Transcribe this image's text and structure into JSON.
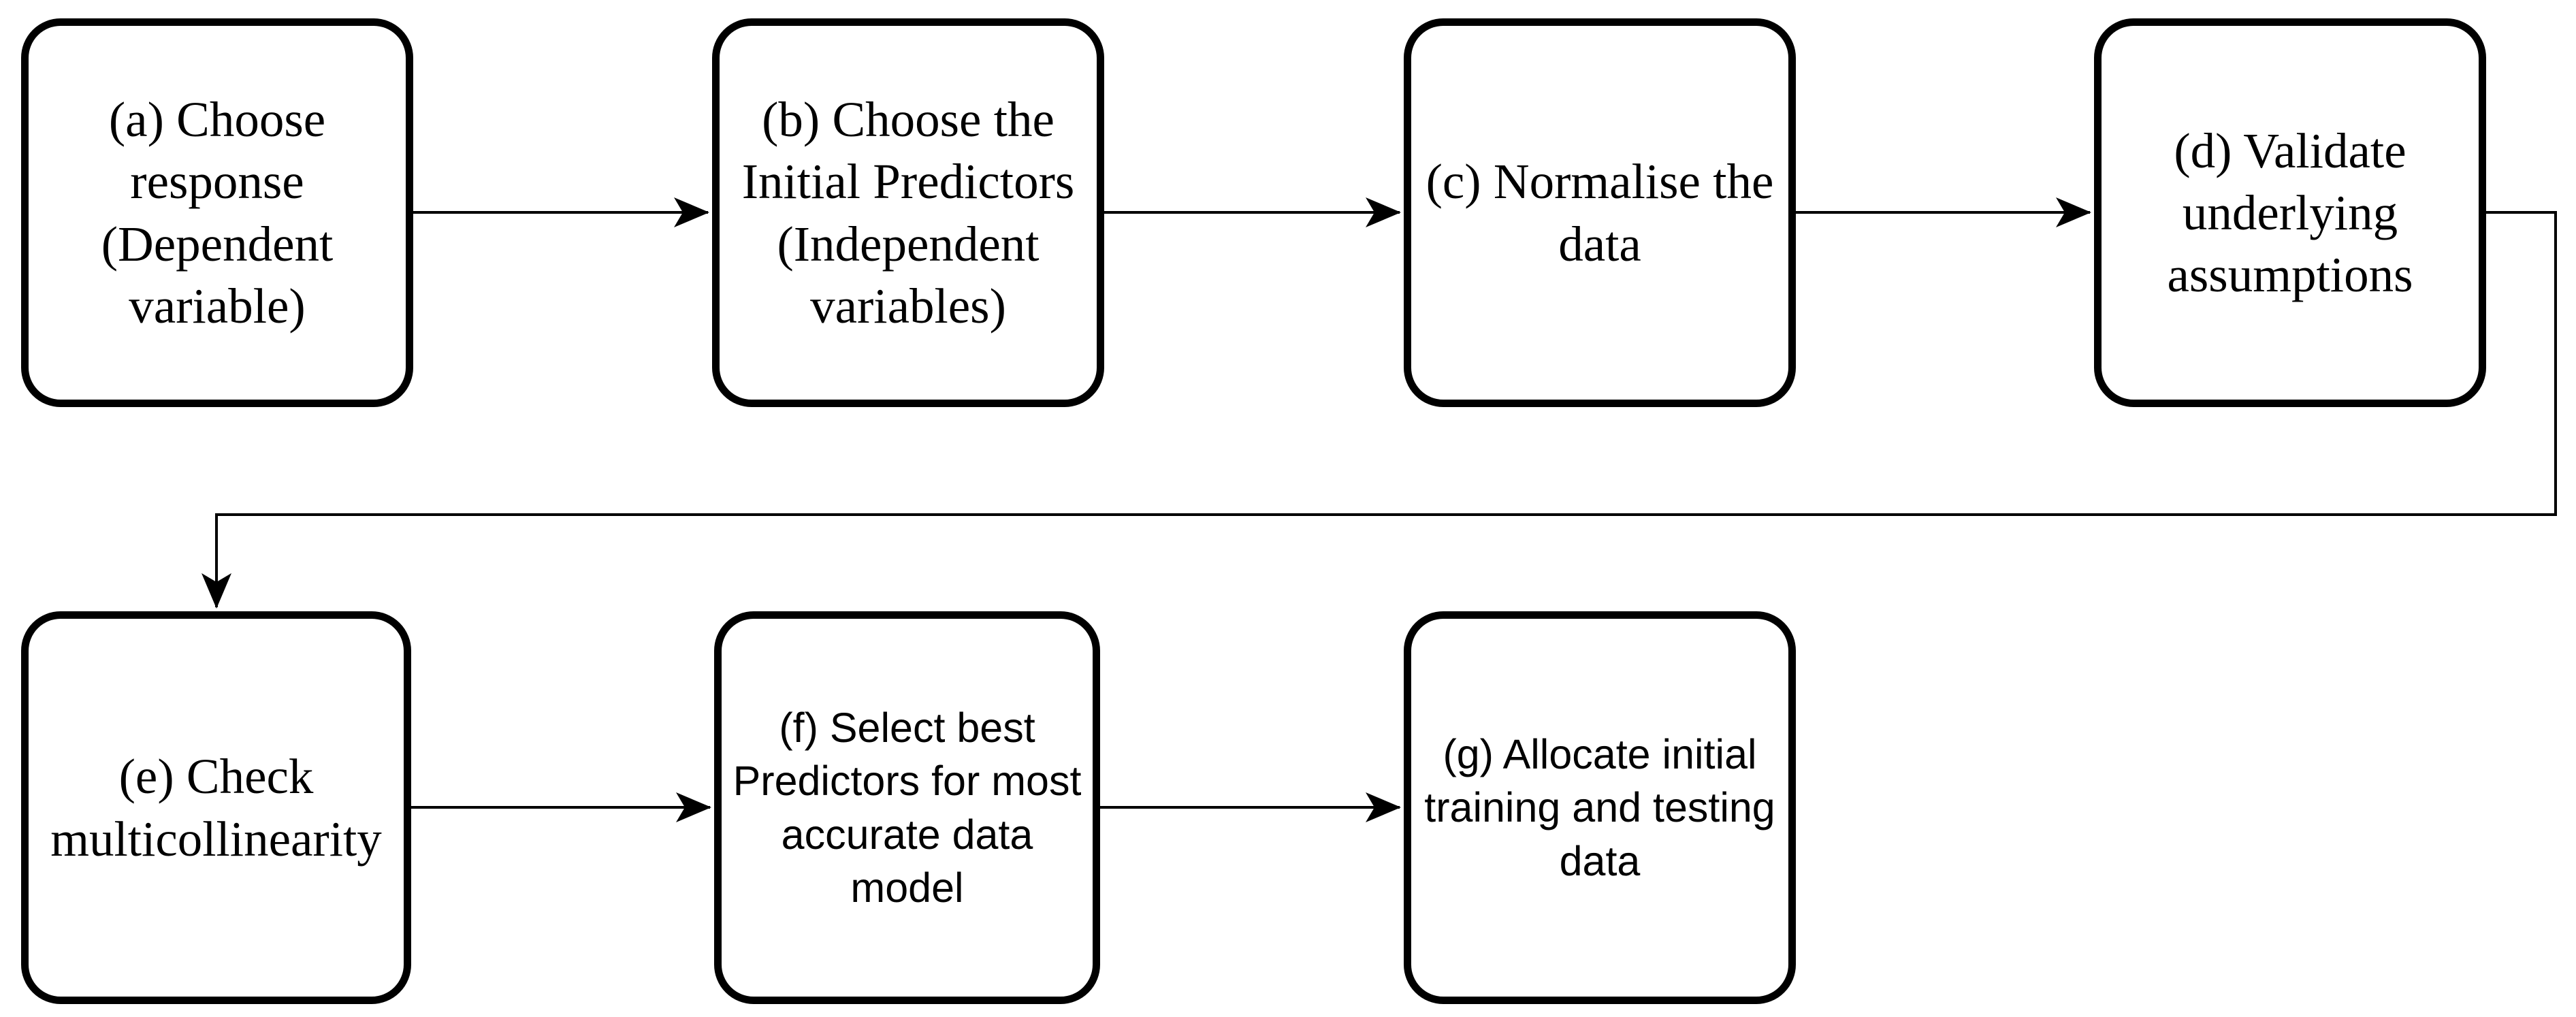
{
  "diagram": {
    "type": "flowchart",
    "colors": {
      "stroke": "#000000",
      "box_fill": "#ffffff",
      "background": "#ffffff"
    },
    "boxes": [
      {
        "id": "a",
        "label": "(a) Choose response (Dependent variable)"
      },
      {
        "id": "b",
        "label": "(b) Choose the Initial Predictors (Independent variables)"
      },
      {
        "id": "c",
        "label": "(c) Normalise the data"
      },
      {
        "id": "d",
        "label": "(d) Validate underlying assumptions"
      },
      {
        "id": "e",
        "label": "(e) Check multicollinearity"
      },
      {
        "id": "f",
        "label": "(f) Select best Predictors for most accurate data model"
      },
      {
        "id": "g",
        "label": "(g) Allocate initial training and testing data"
      }
    ],
    "edges": [
      {
        "from": "a",
        "to": "b"
      },
      {
        "from": "b",
        "to": "c"
      },
      {
        "from": "c",
        "to": "d"
      },
      {
        "from": "d",
        "to": "e"
      },
      {
        "from": "e",
        "to": "f"
      },
      {
        "from": "f",
        "to": "g"
      }
    ]
  }
}
